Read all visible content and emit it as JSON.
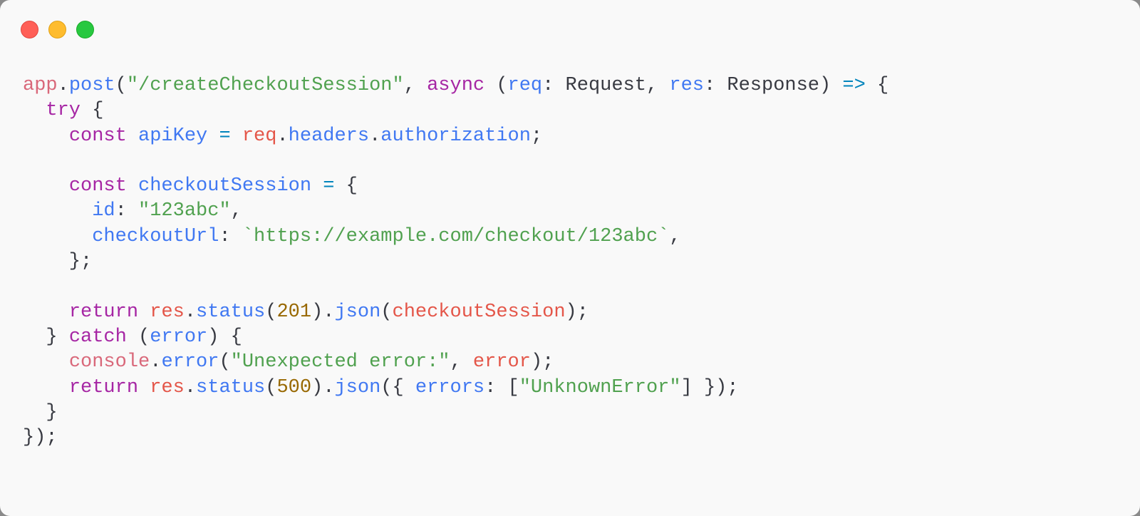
{
  "window": {
    "controls": [
      {
        "name": "close",
        "color": "#ff5f57"
      },
      {
        "name": "minimize",
        "color": "#febc2e"
      },
      {
        "name": "maximize",
        "color": "#28c840"
      }
    ]
  },
  "theme": {
    "background": "#f9f9f9",
    "plain": "#383a42",
    "keyword": "#a626a4",
    "function": "#4078f2",
    "string": "#50a14f",
    "number": "#986801",
    "operator": "#0184bc",
    "variable": "#e45649",
    "object": "#d9687a"
  },
  "code": {
    "language": "typescript",
    "lines": [
      [
        {
          "t": "obj",
          "v": "app"
        },
        {
          "t": "plain",
          "v": "."
        },
        {
          "t": "fn",
          "v": "post"
        },
        {
          "t": "plain",
          "v": "("
        },
        {
          "t": "str",
          "v": "\"/createCheckoutSession\""
        },
        {
          "t": "plain",
          "v": ", "
        },
        {
          "t": "kw",
          "v": "async"
        },
        {
          "t": "plain",
          "v": " ("
        },
        {
          "t": "param",
          "v": "req"
        },
        {
          "t": "plain",
          "v": ": Request, "
        },
        {
          "t": "param",
          "v": "res"
        },
        {
          "t": "plain",
          "v": ": Response) "
        },
        {
          "t": "op",
          "v": "=>"
        },
        {
          "t": "plain",
          "v": " {"
        }
      ],
      [
        {
          "t": "plain",
          "v": "  "
        },
        {
          "t": "kw",
          "v": "try"
        },
        {
          "t": "plain",
          "v": " {"
        }
      ],
      [
        {
          "t": "plain",
          "v": "    "
        },
        {
          "t": "kw",
          "v": "const"
        },
        {
          "t": "plain",
          "v": " "
        },
        {
          "t": "fn",
          "v": "apiKey"
        },
        {
          "t": "plain",
          "v": " "
        },
        {
          "t": "op",
          "v": "="
        },
        {
          "t": "plain",
          "v": " "
        },
        {
          "t": "var",
          "v": "req"
        },
        {
          "t": "plain",
          "v": "."
        },
        {
          "t": "prop",
          "v": "headers"
        },
        {
          "t": "plain",
          "v": "."
        },
        {
          "t": "prop",
          "v": "authorization"
        },
        {
          "t": "plain",
          "v": ";"
        }
      ],
      [],
      [
        {
          "t": "plain",
          "v": "    "
        },
        {
          "t": "kw",
          "v": "const"
        },
        {
          "t": "plain",
          "v": " "
        },
        {
          "t": "fn",
          "v": "checkoutSession"
        },
        {
          "t": "plain",
          "v": " "
        },
        {
          "t": "op",
          "v": "="
        },
        {
          "t": "plain",
          "v": " {"
        }
      ],
      [
        {
          "t": "plain",
          "v": "      "
        },
        {
          "t": "prop",
          "v": "id"
        },
        {
          "t": "plain",
          "v": ": "
        },
        {
          "t": "str",
          "v": "\"123abc\""
        },
        {
          "t": "plain",
          "v": ","
        }
      ],
      [
        {
          "t": "plain",
          "v": "      "
        },
        {
          "t": "prop",
          "v": "checkoutUrl"
        },
        {
          "t": "plain",
          "v": ": "
        },
        {
          "t": "str",
          "v": "`https://example.com/checkout/123abc`"
        },
        {
          "t": "plain",
          "v": ","
        }
      ],
      [
        {
          "t": "plain",
          "v": "    };"
        }
      ],
      [],
      [
        {
          "t": "plain",
          "v": "    "
        },
        {
          "t": "kw",
          "v": "return"
        },
        {
          "t": "plain",
          "v": " "
        },
        {
          "t": "var",
          "v": "res"
        },
        {
          "t": "plain",
          "v": "."
        },
        {
          "t": "fn",
          "v": "status"
        },
        {
          "t": "plain",
          "v": "("
        },
        {
          "t": "num",
          "v": "201"
        },
        {
          "t": "plain",
          "v": ")."
        },
        {
          "t": "fn",
          "v": "json"
        },
        {
          "t": "plain",
          "v": "("
        },
        {
          "t": "var",
          "v": "checkoutSession"
        },
        {
          "t": "plain",
          "v": ");"
        }
      ],
      [
        {
          "t": "plain",
          "v": "  } "
        },
        {
          "t": "kw",
          "v": "catch"
        },
        {
          "t": "plain",
          "v": " ("
        },
        {
          "t": "param",
          "v": "error"
        },
        {
          "t": "plain",
          "v": ") {"
        }
      ],
      [
        {
          "t": "plain",
          "v": "    "
        },
        {
          "t": "obj",
          "v": "console"
        },
        {
          "t": "plain",
          "v": "."
        },
        {
          "t": "fn",
          "v": "error"
        },
        {
          "t": "plain",
          "v": "("
        },
        {
          "t": "str",
          "v": "\"Unexpected error:\""
        },
        {
          "t": "plain",
          "v": ", "
        },
        {
          "t": "var",
          "v": "error"
        },
        {
          "t": "plain",
          "v": ");"
        }
      ],
      [
        {
          "t": "plain",
          "v": "    "
        },
        {
          "t": "kw",
          "v": "return"
        },
        {
          "t": "plain",
          "v": " "
        },
        {
          "t": "var",
          "v": "res"
        },
        {
          "t": "plain",
          "v": "."
        },
        {
          "t": "fn",
          "v": "status"
        },
        {
          "t": "plain",
          "v": "("
        },
        {
          "t": "num",
          "v": "500"
        },
        {
          "t": "plain",
          "v": ")."
        },
        {
          "t": "fn",
          "v": "json"
        },
        {
          "t": "plain",
          "v": "({ "
        },
        {
          "t": "prop",
          "v": "errors"
        },
        {
          "t": "plain",
          "v": ": ["
        },
        {
          "t": "str",
          "v": "\"UnknownError\""
        },
        {
          "t": "plain",
          "v": "] });"
        }
      ],
      [
        {
          "t": "plain",
          "v": "  }"
        }
      ],
      [
        {
          "t": "plain",
          "v": "});"
        }
      ]
    ]
  }
}
